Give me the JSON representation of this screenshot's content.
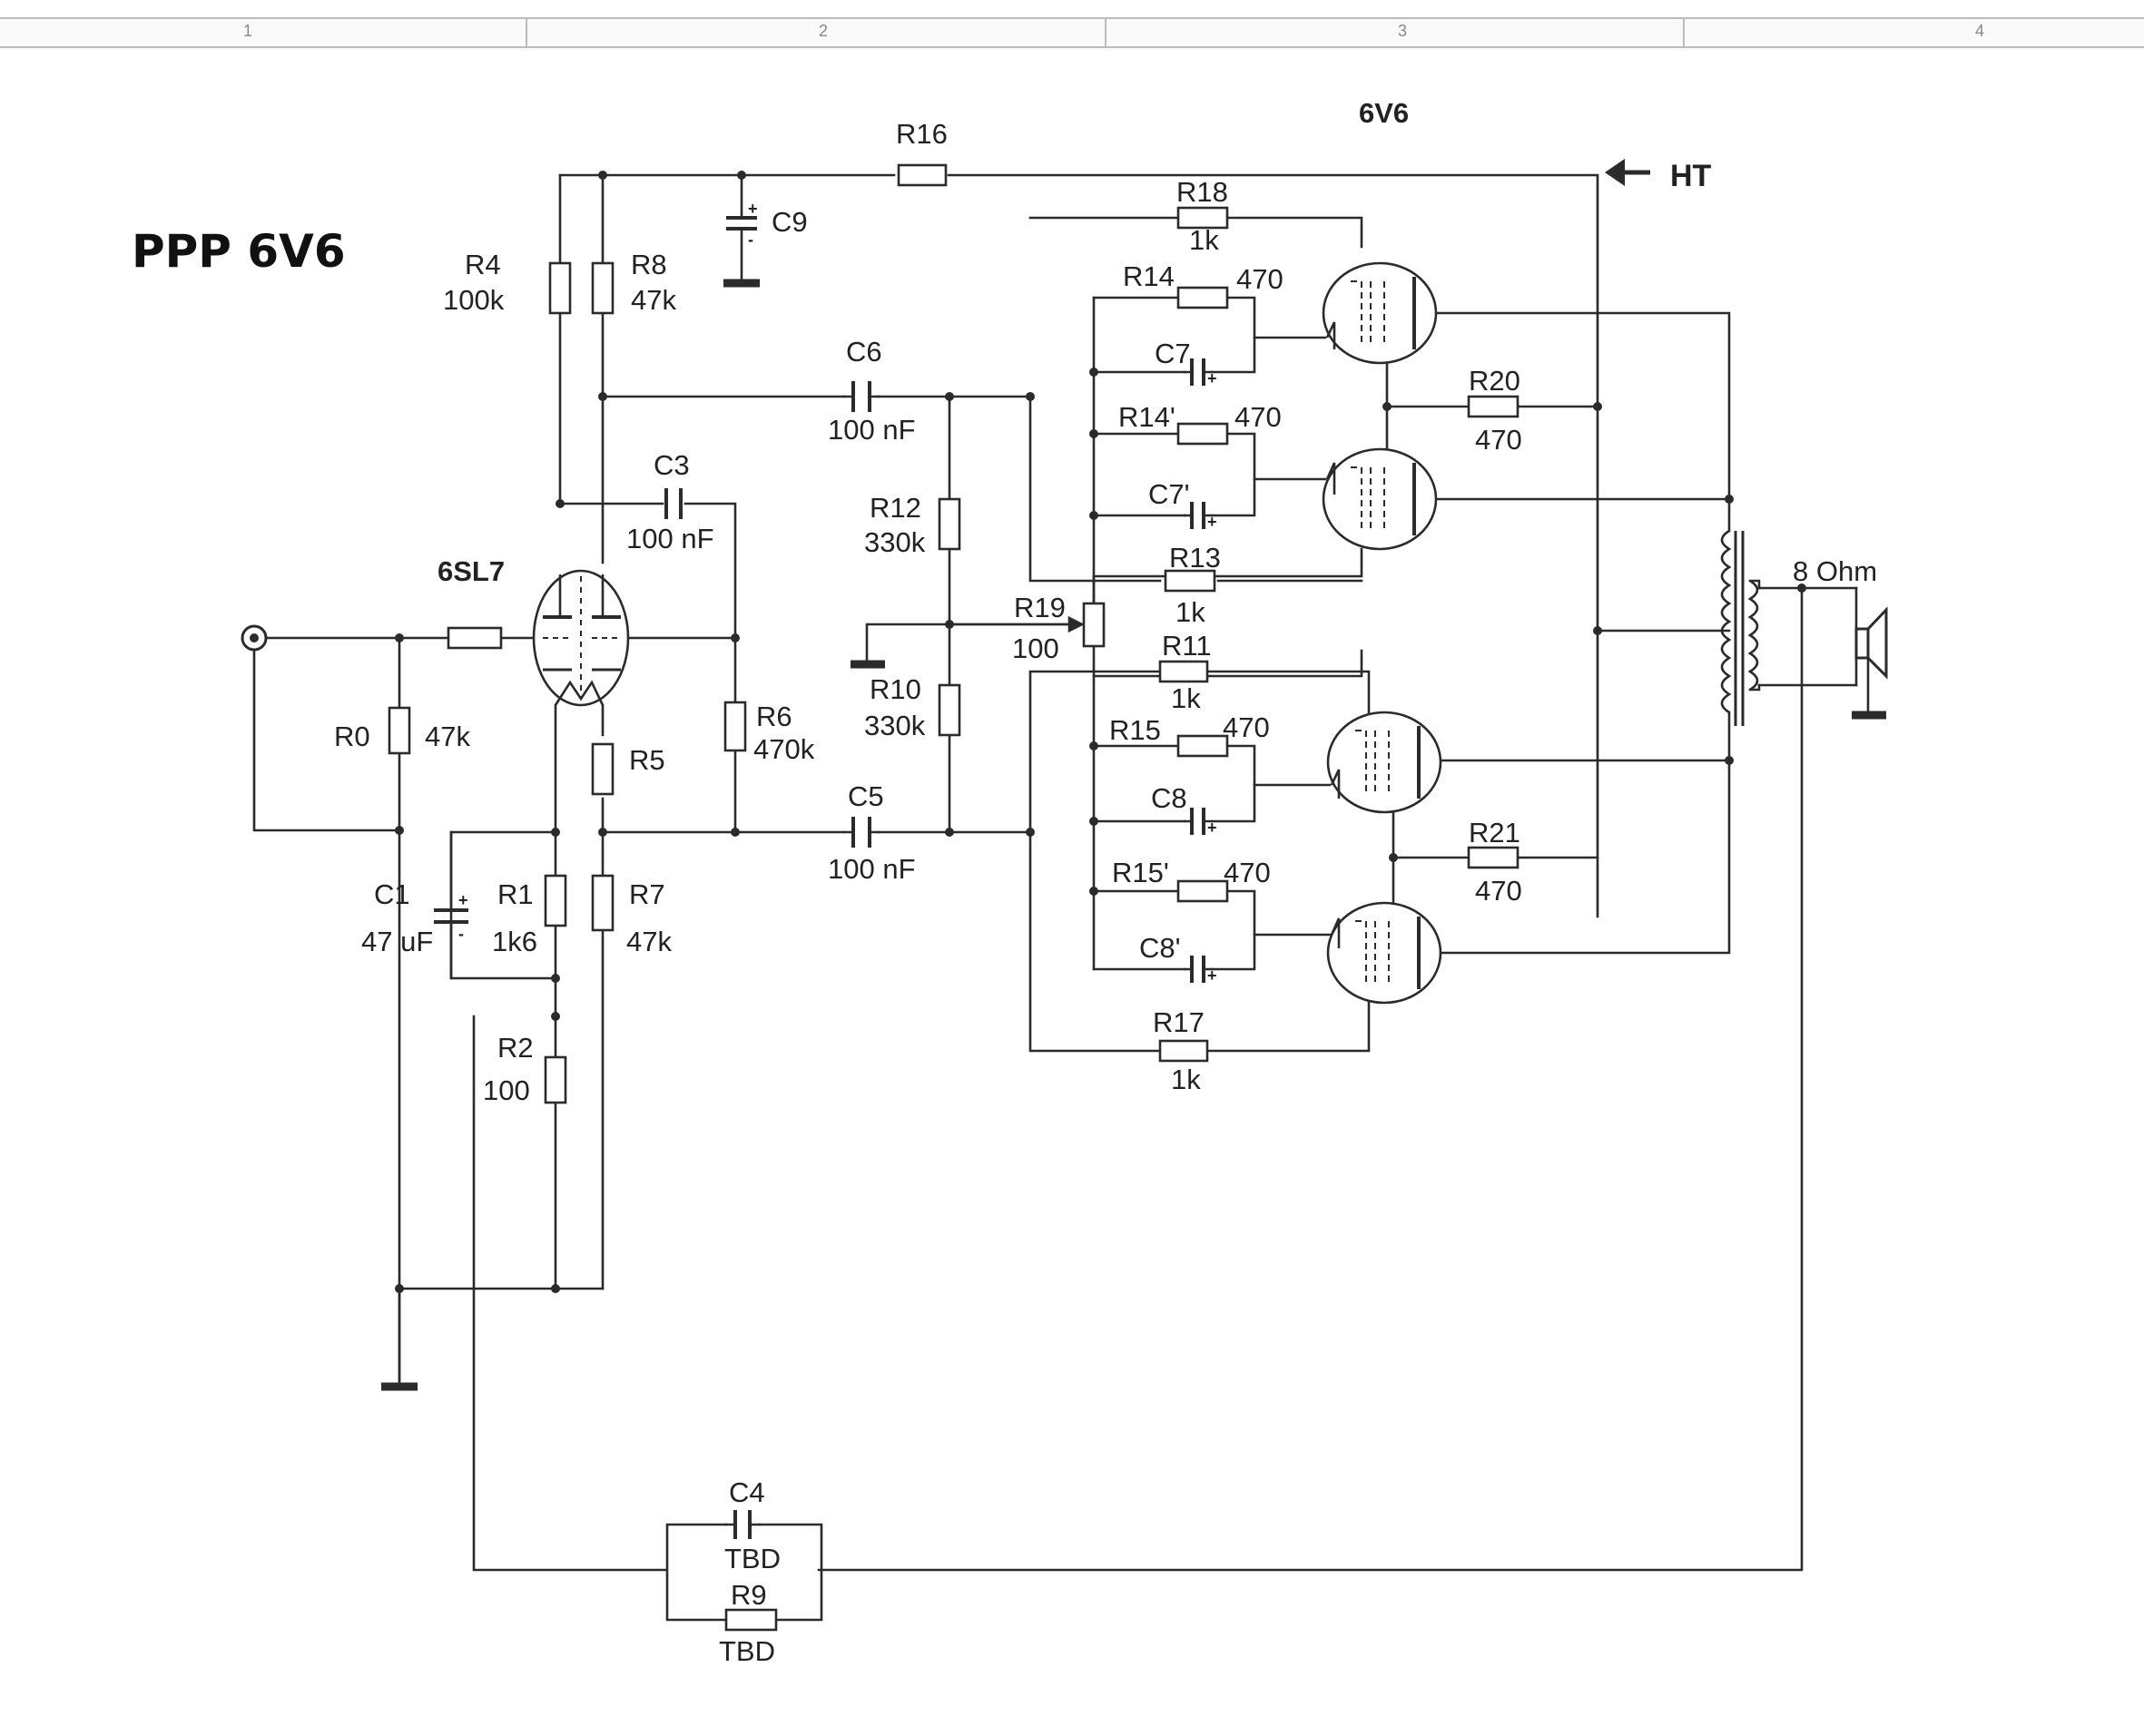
{
  "ruler": {
    "marks": [
      "1",
      "2",
      "3",
      "4"
    ]
  },
  "title": "PPP 6V6",
  "tubes": {
    "driver": "6SL7",
    "output": "6V6"
  },
  "supply": {
    "ht": "HT"
  },
  "speaker": {
    "impedance": "8 Ohm"
  },
  "components": {
    "R0": {
      "name": "R0",
      "value": "47k"
    },
    "R1": {
      "name": "R1",
      "value": "1k6"
    },
    "R2": {
      "name": "R2",
      "value": "100"
    },
    "R4": {
      "name": "R4",
      "value": "100k"
    },
    "R5": {
      "name": "R5"
    },
    "R6": {
      "name": "R6",
      "value": "470k"
    },
    "R7": {
      "name": "R7",
      "value": "47k"
    },
    "R8": {
      "name": "R8",
      "value": "47k"
    },
    "R9": {
      "name": "R9",
      "value": "TBD"
    },
    "R10": {
      "name": "R10",
      "value": "330k"
    },
    "R11": {
      "name": "R11",
      "value": "1k"
    },
    "R12": {
      "name": "R12",
      "value": "330k"
    },
    "R13": {
      "name": "R13",
      "value": "1k"
    },
    "R14": {
      "name": "R14",
      "value": "470"
    },
    "R14p": {
      "name": "R14'",
      "value": "470"
    },
    "R15": {
      "name": "R15",
      "value": "470"
    },
    "R15p": {
      "name": "R15'",
      "value": "470"
    },
    "R16": {
      "name": "R16"
    },
    "R17": {
      "name": "R17",
      "value": "1k"
    },
    "R18": {
      "name": "R18",
      "value": "1k"
    },
    "R19": {
      "name": "R19",
      "value": "100"
    },
    "R20": {
      "name": "R20",
      "value": "470"
    },
    "R21": {
      "name": "R21",
      "value": "470"
    },
    "C1": {
      "name": "C1",
      "value": "47 uF"
    },
    "C3": {
      "name": "C3",
      "value": "100 nF"
    },
    "C4": {
      "name": "C4",
      "value": "TBD"
    },
    "C5": {
      "name": "C5",
      "value": "100 nF"
    },
    "C6": {
      "name": "C6",
      "value": "100 nF"
    },
    "C7": {
      "name": "C7"
    },
    "C7p": {
      "name": "C7'"
    },
    "C8": {
      "name": "C8"
    },
    "C8p": {
      "name": "C8'"
    },
    "C9": {
      "name": "C9"
    }
  },
  "polarity": {
    "plus": "+",
    "minus": "-"
  }
}
